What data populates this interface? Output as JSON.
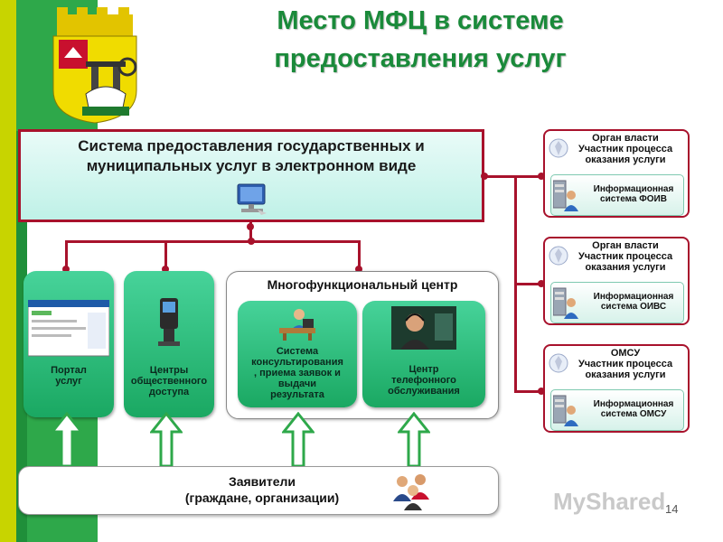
{
  "title": {
    "line1": "Место МФЦ в системе",
    "line2": "предоставления услуг"
  },
  "system": {
    "line1": "Система предоставления государственных и",
    "line2": "муниципальных услуг в электронном виде"
  },
  "portal": {
    "line1": "Портал",
    "line2": "услуг"
  },
  "public_access": {
    "line1": "Центры",
    "line2": "общественного",
    "line3": "доступа"
  },
  "mfc": {
    "title": "Многофункциональный центр",
    "consult": {
      "line1": "Система",
      "line2": "консультирования",
      "line3": ", приема заявок и",
      "line4": "выдачи",
      "line5": "результата"
    },
    "phone": {
      "line1": "Центр",
      "line2": "телефонного",
      "line3": "обслуживания"
    }
  },
  "applicants": {
    "line1": "Заявители",
    "line2": "(граждане, организации)"
  },
  "authorities": [
    {
      "head1": "Орган власти",
      "head2": "Участник процесса",
      "head3": "оказания услуги",
      "info1": "Информационная",
      "info2": "система ФОИВ"
    },
    {
      "head1": "Орган власти",
      "head2": "Участник процесса",
      "head3": "оказания услуги",
      "info1": "Информационная",
      "info2": "система ОИВС"
    },
    {
      "head1": "ОМСУ",
      "head2": "Участник процесса",
      "head3": "оказания услуги",
      "info1": "Информационная",
      "info2": "система ОМСУ"
    }
  ],
  "page_number": "14",
  "watermark": "MyShared",
  "colors": {
    "accent_red": "#a8122c",
    "title_green": "#1a8a3a",
    "card_green": "#1aa862",
    "stripe_yellow": "#c8d400"
  }
}
